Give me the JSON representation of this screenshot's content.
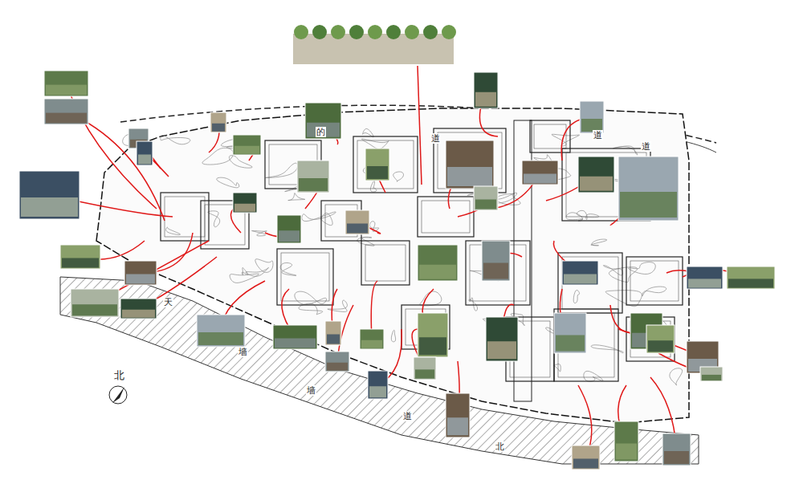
{
  "diagram": {
    "labels": [
      "的",
      "道",
      "道",
      "道",
      "天",
      "墙",
      "墙",
      "道",
      "北",
      "北"
    ]
  }
}
